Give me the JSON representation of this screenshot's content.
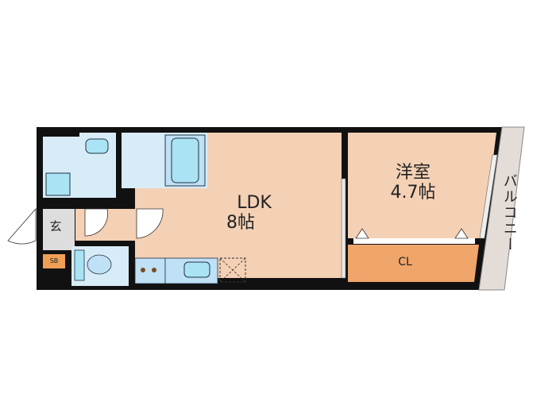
{
  "floorplan": {
    "rooms": {
      "ldk": {
        "name": "LDK",
        "size": "8帖"
      },
      "western_room": {
        "name": "洋室",
        "size": "4.7帖"
      },
      "closet": {
        "name": "CL"
      },
      "balcony": {
        "name": "バルコニー"
      },
      "entrance": {
        "name": "玄"
      },
      "shoe_box": {
        "name": "SB"
      }
    },
    "colors": {
      "wall": "#111111",
      "floor_wood": "#f4d0b4",
      "closet": "#f0a56a",
      "wet_area": "#d8ecf8",
      "fixture": "#a9e3f4",
      "entrance": "#dddddd",
      "balcony": "#e4dcd6",
      "shoe_box": "#f0a056"
    }
  }
}
